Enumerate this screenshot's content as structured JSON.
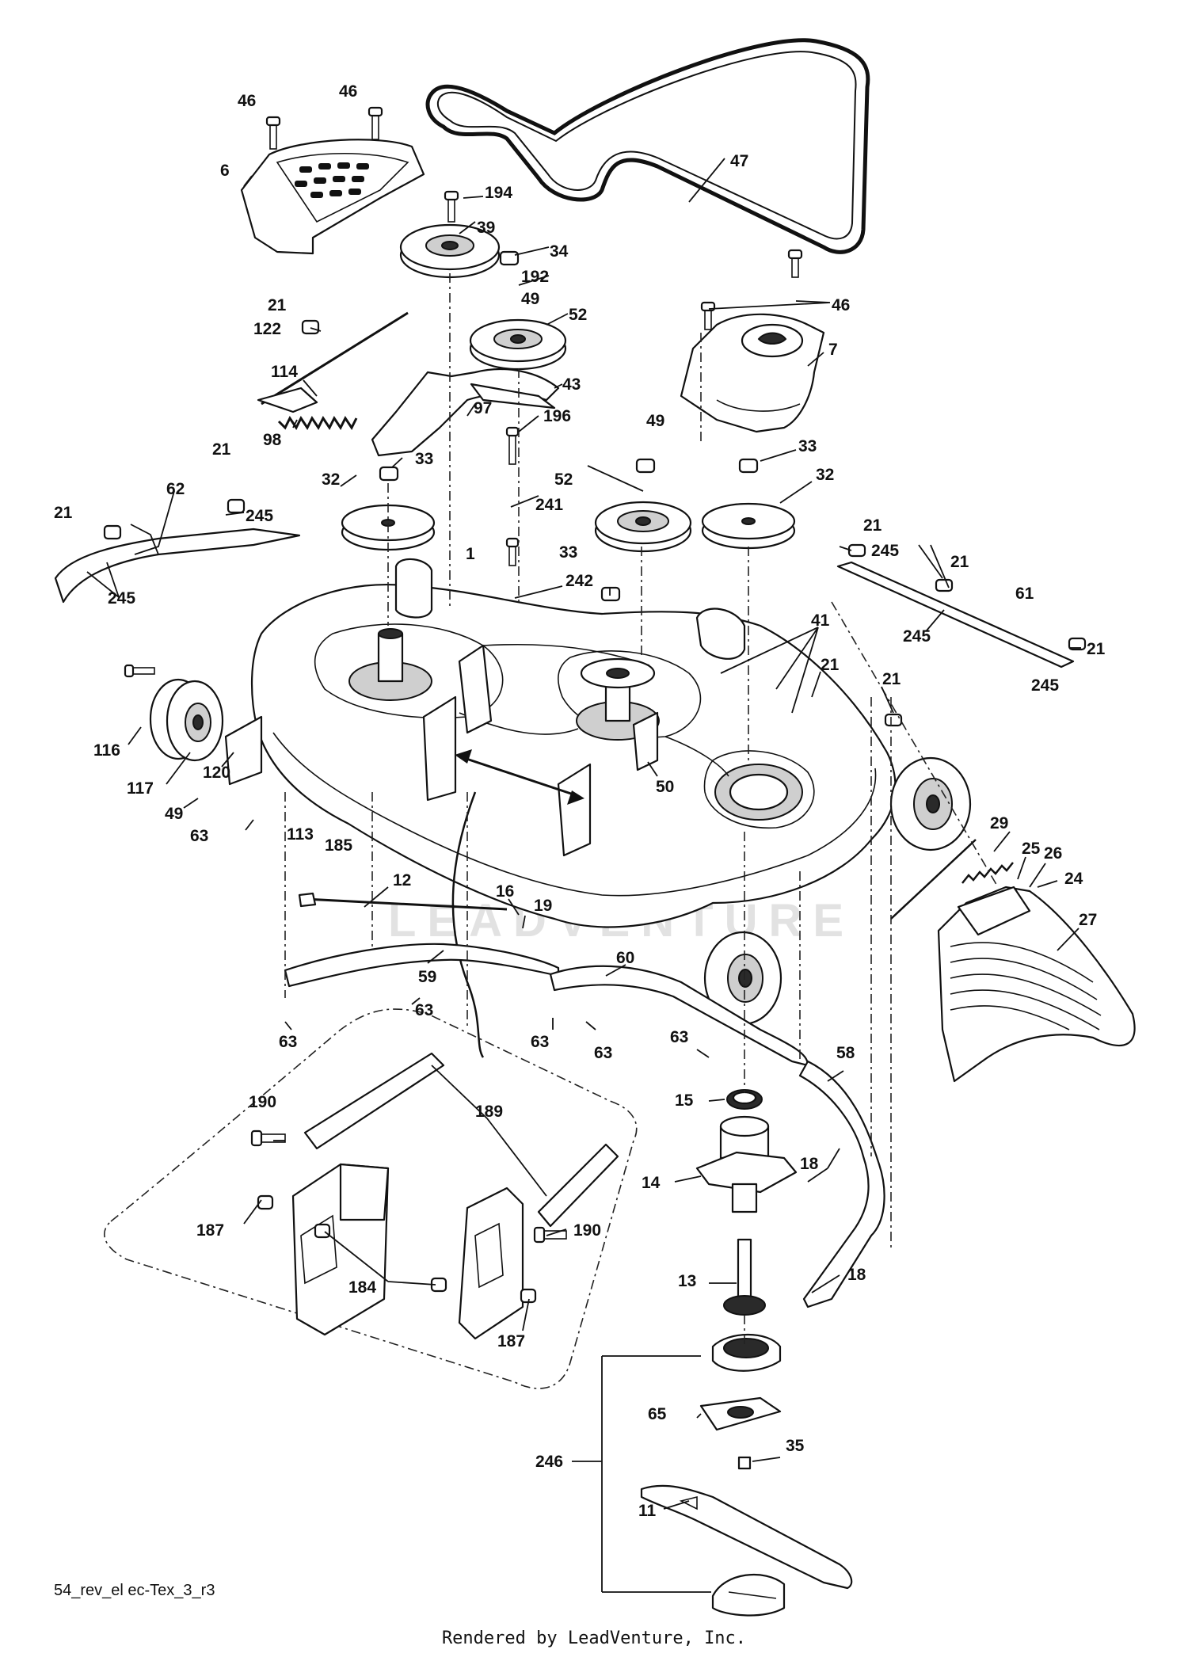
{
  "diagram": {
    "footer_code": "54_rev_el ec-Tex_3_r3",
    "footer_render": "Rendered by LeadVenture, Inc.",
    "watermark": "LEADVENTURE",
    "labels": [
      {
        "id": "p46a",
        "text": "46"
      },
      {
        "id": "p46b",
        "text": "46"
      },
      {
        "id": "p6",
        "text": "6"
      },
      {
        "id": "p47",
        "text": "47"
      },
      {
        "id": "p194",
        "text": "194"
      },
      {
        "id": "p39",
        "text": "39"
      },
      {
        "id": "p34",
        "text": "34"
      },
      {
        "id": "p192",
        "text": "192"
      },
      {
        "id": "p49a",
        "text": "49"
      },
      {
        "id": "p52a",
        "text": "52"
      },
      {
        "id": "p46c",
        "text": "46"
      },
      {
        "id": "p7",
        "text": "7"
      },
      {
        "id": "p21a",
        "text": "21"
      },
      {
        "id": "p122",
        "text": "122"
      },
      {
        "id": "p114",
        "text": "114"
      },
      {
        "id": "p43",
        "text": "43"
      },
      {
        "id": "p196",
        "text": "196"
      },
      {
        "id": "p97",
        "text": "97"
      },
      {
        "id": "p98",
        "text": "98"
      },
      {
        "id": "p33a",
        "text": "33"
      },
      {
        "id": "p49b",
        "text": "49"
      },
      {
        "id": "p33b",
        "text": "33"
      },
      {
        "id": "p21b",
        "text": "21"
      },
      {
        "id": "p62",
        "text": "62"
      },
      {
        "id": "p21c",
        "text": "21"
      },
      {
        "id": "p245a",
        "text": "245"
      },
      {
        "id": "p32a",
        "text": "32"
      },
      {
        "id": "p52b",
        "text": "52"
      },
      {
        "id": "p32b",
        "text": "32"
      },
      {
        "id": "p241",
        "text": "241"
      },
      {
        "id": "p245b",
        "text": "245"
      },
      {
        "id": "p1",
        "text": "1"
      },
      {
        "id": "p33c",
        "text": "33"
      },
      {
        "id": "p242",
        "text": "242"
      },
      {
        "id": "p21d",
        "text": "21"
      },
      {
        "id": "p245c",
        "text": "245"
      },
      {
        "id": "p21e",
        "text": "21"
      },
      {
        "id": "p61",
        "text": "61"
      },
      {
        "id": "p245d",
        "text": "245"
      },
      {
        "id": "p21f",
        "text": "21"
      },
      {
        "id": "p41",
        "text": "41"
      },
      {
        "id": "p245e",
        "text": "245"
      },
      {
        "id": "p21g",
        "text": "21"
      },
      {
        "id": "p21h",
        "text": "21"
      },
      {
        "id": "p116",
        "text": "116"
      },
      {
        "id": "p117",
        "text": "117"
      },
      {
        "id": "p120",
        "text": "120"
      },
      {
        "id": "p49c",
        "text": "49"
      },
      {
        "id": "p63a",
        "text": "63"
      },
      {
        "id": "p113",
        "text": "113"
      },
      {
        "id": "p185",
        "text": "185"
      },
      {
        "id": "p50",
        "text": "50"
      },
      {
        "id": "p29",
        "text": "29"
      },
      {
        "id": "p25",
        "text": "25"
      },
      {
        "id": "p26",
        "text": "26"
      },
      {
        "id": "p24",
        "text": "24"
      },
      {
        "id": "p12",
        "text": "12"
      },
      {
        "id": "p16",
        "text": "16"
      },
      {
        "id": "p19",
        "text": "19"
      },
      {
        "id": "p27",
        "text": "27"
      },
      {
        "id": "p59",
        "text": "59"
      },
      {
        "id": "p60",
        "text": "60"
      },
      {
        "id": "p63b",
        "text": "63"
      },
      {
        "id": "p63c",
        "text": "63"
      },
      {
        "id": "p63d",
        "text": "63"
      },
      {
        "id": "p63e",
        "text": "63"
      },
      {
        "id": "p63f",
        "text": "63"
      },
      {
        "id": "p58",
        "text": "58"
      },
      {
        "id": "p15",
        "text": "15"
      },
      {
        "id": "p190a",
        "text": "190"
      },
      {
        "id": "p189",
        "text": "189"
      },
      {
        "id": "p18a",
        "text": "18"
      },
      {
        "id": "p14",
        "text": "14"
      },
      {
        "id": "p187a",
        "text": "187"
      },
      {
        "id": "p190b",
        "text": "190"
      },
      {
        "id": "p184",
        "text": "184"
      },
      {
        "id": "p13",
        "text": "13"
      },
      {
        "id": "p18b",
        "text": "18"
      },
      {
        "id": "p187b",
        "text": "187"
      },
      {
        "id": "p65",
        "text": "65"
      },
      {
        "id": "p35",
        "text": "35"
      },
      {
        "id": "p246",
        "text": "246"
      },
      {
        "id": "p11",
        "text": "11"
      }
    ]
  }
}
